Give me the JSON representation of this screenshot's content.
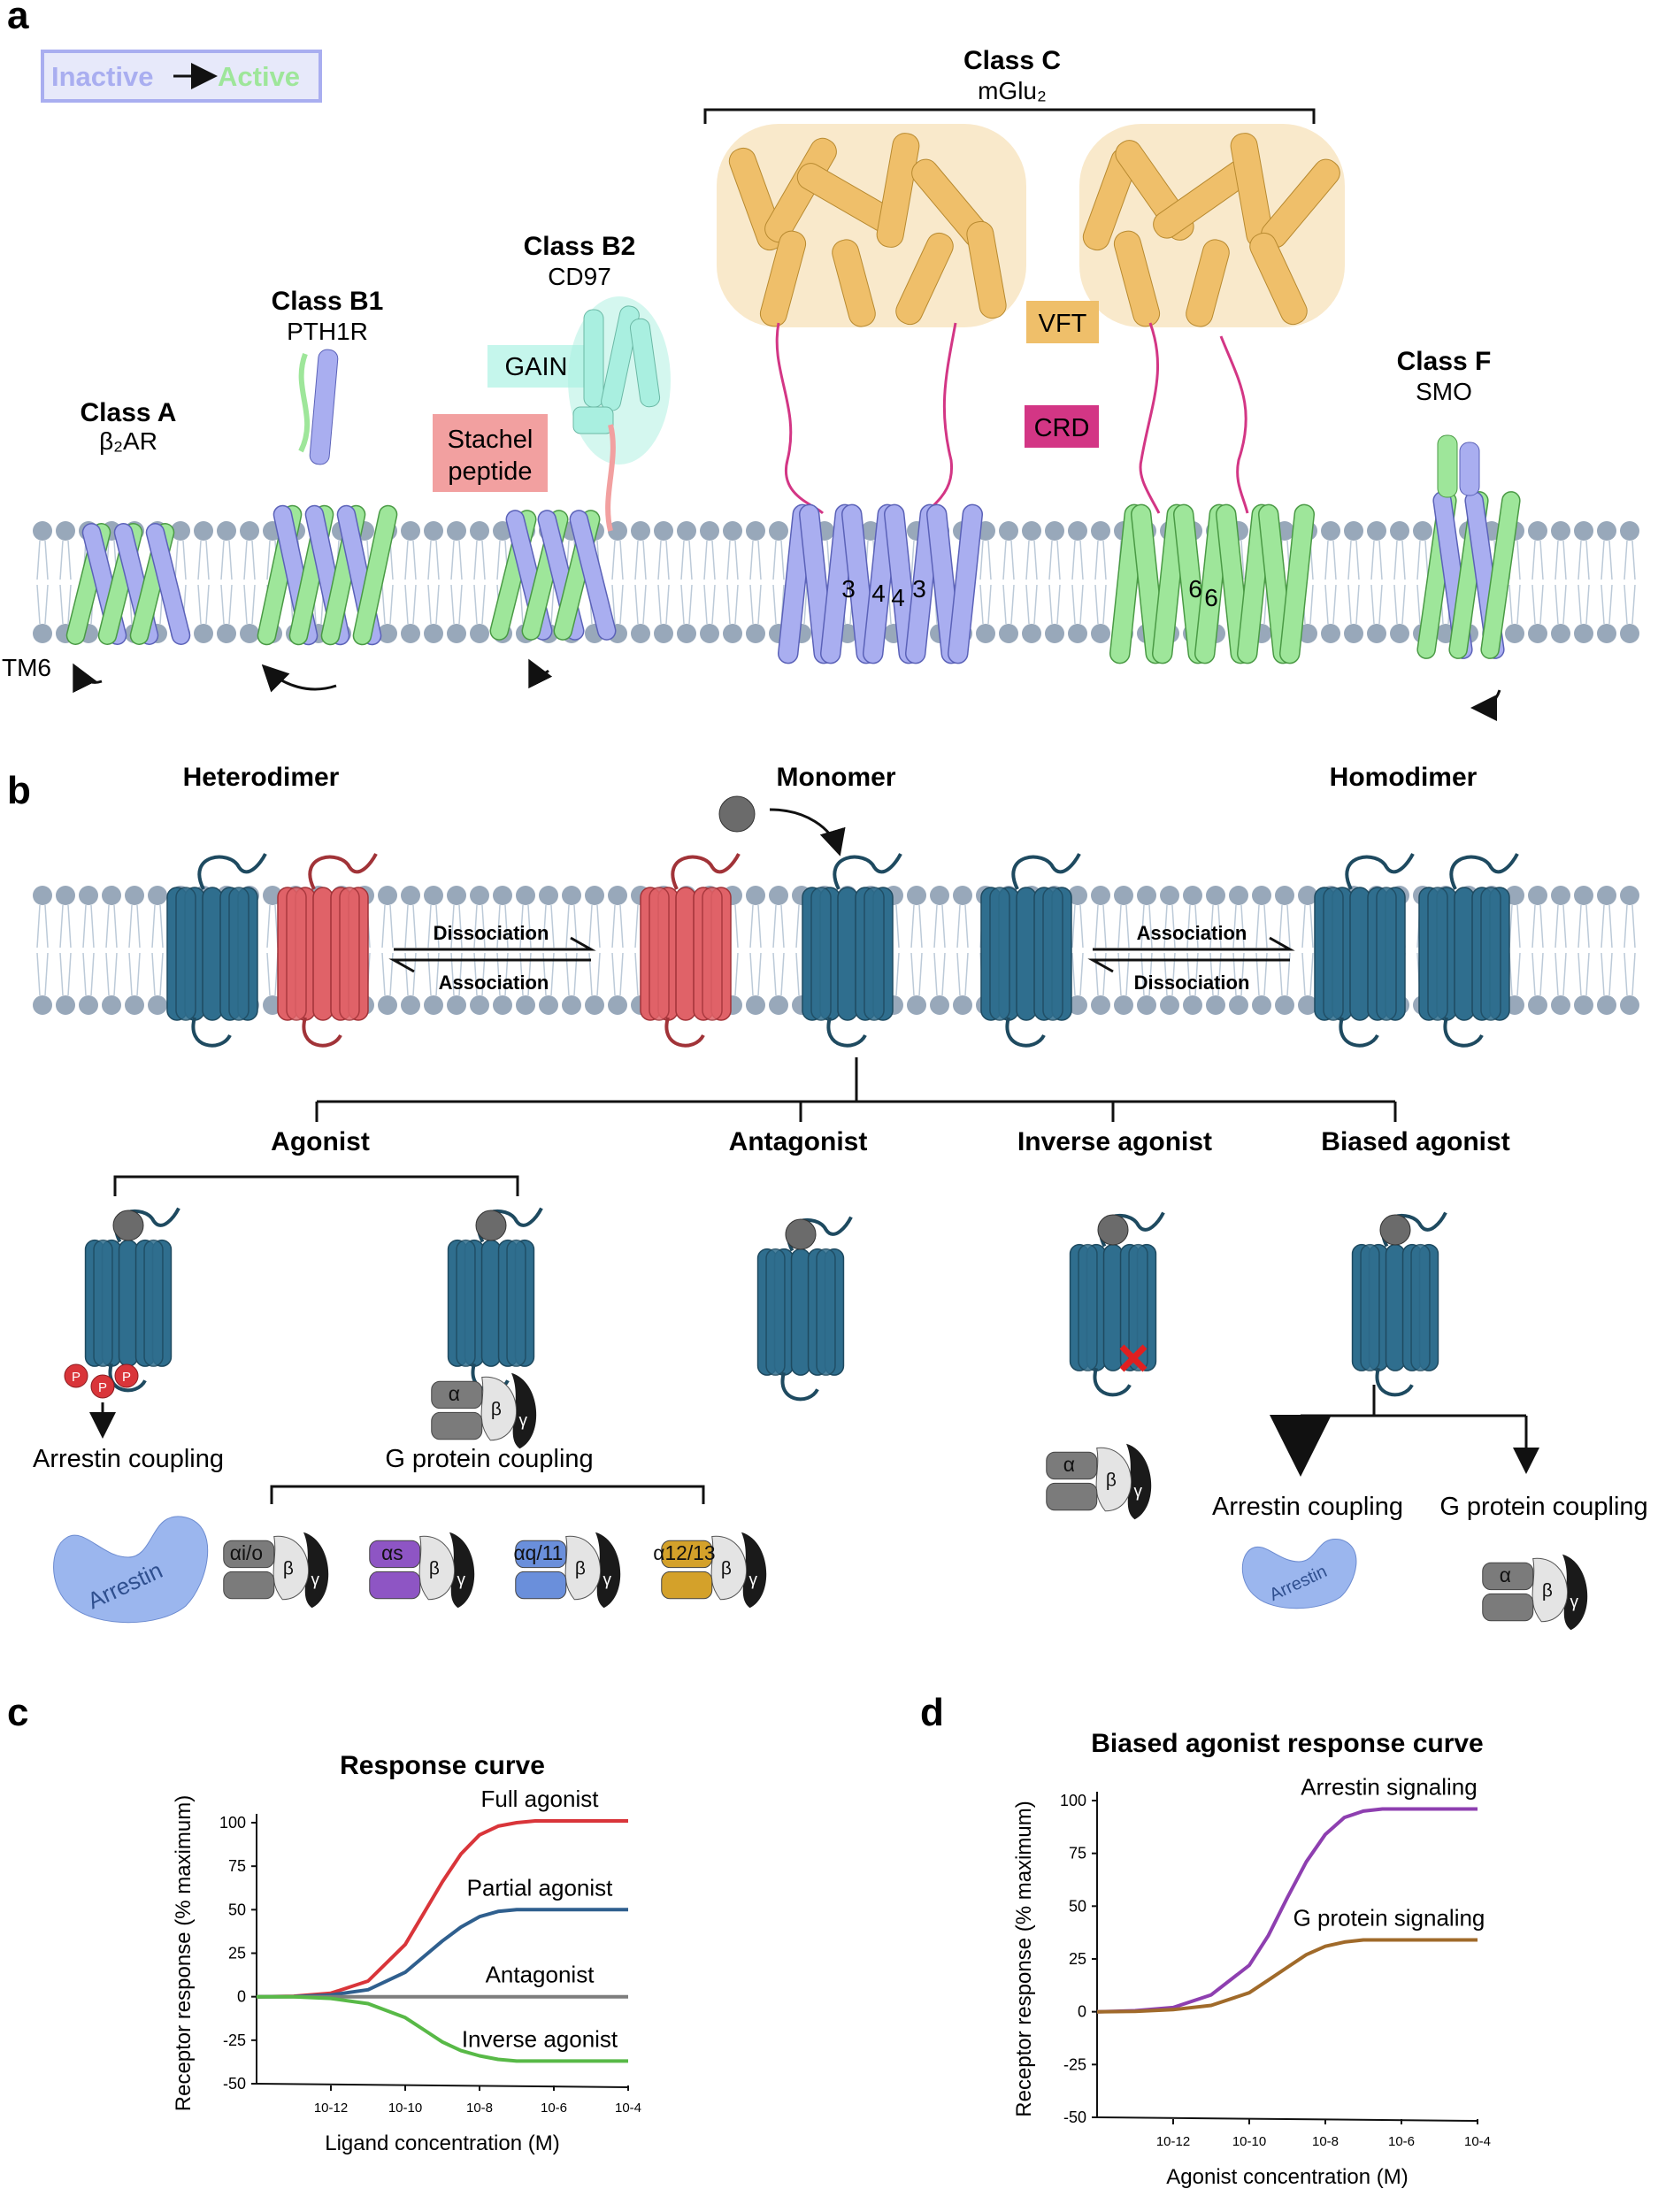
{
  "colors": {
    "inactive": "#a9aef0",
    "active": "#9ee69a",
    "vft": "#efbf6a",
    "crd": "#d33685",
    "gain": "#a9efe0",
    "stachel": "#f2a0a0",
    "receptor_blue": "#2f6e8e",
    "receptor_red": "#e06268",
    "membrane_head": "#98a8ba",
    "arrestin": "#9bb6ee",
    "galpha_io": "#7b7b7b",
    "galpha_s": "#8e55c4",
    "galpha_q11": "#6a8fdb",
    "galpha_1213": "#d4a12a",
    "full": "#d9353a",
    "partial": "#2f5f8e",
    "antagonist": "#7d7d7d",
    "inverse": "#58b947",
    "arrestin_sig": "#8e3fb0",
    "gprotein_sig": "#a06a2a"
  },
  "panels": {
    "a": "a",
    "b": "b",
    "c": "c",
    "d": "d"
  },
  "panel_a": {
    "legend_inactive": "Inactive",
    "legend_active": "Active",
    "class_a": "Class A",
    "class_a_sub": "β₂AR",
    "class_b1": "Class B1",
    "class_b1_sub": "PTH1R",
    "class_b2": "Class B2",
    "class_b2_sub": "CD97",
    "class_c": "Class C",
    "class_c_sub": "mGlu₂",
    "class_f": "Class F",
    "class_f_sub": "SMO",
    "gain": "GAIN",
    "stachel_1": "Stachel",
    "stachel_2": "peptide",
    "vft": "VFT",
    "crd": "CRD",
    "tm6": "TM6",
    "helix_labels_left": [
      "3",
      "4",
      "4",
      "3"
    ],
    "helix_labels_right": [
      "6",
      "6"
    ]
  },
  "panel_b": {
    "heterodimer": "Heterodimer",
    "monomer": "Monomer",
    "homodimer": "Homodimer",
    "dissociation": "Dissociation",
    "association": "Association",
    "agonist": "Agonist",
    "antagonist": "Antagonist",
    "inverse_agonist": "Inverse agonist",
    "biased_agonist": "Biased agonist",
    "arrestin_coupling": "Arrestin coupling",
    "g_protein_coupling": "G protein coupling",
    "arrestin": "Arrestin",
    "phospho": "P",
    "alpha": "α",
    "beta": "β",
    "gamma": "γ",
    "alpha_io": "αi/o",
    "alpha_s": "αs",
    "alpha_q11": "αq/11",
    "alpha_1213": "α12/13"
  },
  "chart_data": [
    {
      "type": "line",
      "title": "Response curve",
      "xlabel": "Ligand concentration (M)",
      "ylabel": "Receptor response (% maximum)",
      "x": [
        -14,
        -13,
        -12,
        -11,
        -10,
        -9.5,
        -9,
        -8.5,
        -8,
        -7.5,
        -7,
        -6.5,
        -6,
        -5,
        -4
      ],
      "x_tick_labels": [
        "10-12",
        "10-10",
        "10-8",
        "10-6",
        "10-4"
      ],
      "x_ticks": [
        -12,
        -10,
        -8,
        -6,
        -4
      ],
      "y_ticks": [
        100,
        75,
        50,
        25,
        0,
        -25,
        -50
      ],
      "y_tick_labels": [
        "100",
        "75",
        "50",
        "25",
        "0",
        "-25",
        "-50"
      ],
      "ylim": [
        -50,
        100
      ],
      "xlim": [
        -14,
        -4
      ],
      "series": [
        {
          "name": "Full agonist",
          "color": "#d9353a",
          "values": [
            0,
            0.3,
            2,
            9,
            30,
            48,
            66,
            82,
            93,
            98,
            100,
            101,
            101,
            101,
            101
          ]
        },
        {
          "name": "Partial agonist",
          "color": "#2f5f8e",
          "values": [
            0,
            0.1,
            1,
            4,
            14,
            23,
            32,
            40,
            46,
            49,
            50,
            50,
            50,
            50,
            50
          ]
        },
        {
          "name": "Antagonist",
          "color": "#7d7d7d",
          "values": [
            0,
            0,
            0,
            0,
            0,
            0,
            0,
            0,
            0,
            0,
            0,
            0,
            0,
            0,
            0
          ]
        },
        {
          "name": "Inverse agonist",
          "color": "#58b947",
          "values": [
            0,
            0,
            -1,
            -4,
            -12,
            -19,
            -26,
            -31,
            -34,
            -36,
            -37,
            -37,
            -37,
            -37,
            -37
          ]
        }
      ]
    },
    {
      "type": "line",
      "title": "Biased agonist response curve",
      "xlabel": "Agonist concentration (M)",
      "ylabel": "Receptor response (% maximum)",
      "x": [
        -14,
        -13,
        -12,
        -11,
        -10,
        -9.5,
        -9,
        -8.5,
        -8,
        -7.5,
        -7,
        -6.5,
        -6,
        -5,
        -4
      ],
      "x_tick_labels": [
        "10-12",
        "10-10",
        "10-8",
        "10-6",
        "10-4"
      ],
      "x_ticks": [
        -12,
        -10,
        -8,
        -6,
        -4
      ],
      "y_ticks": [
        100,
        75,
        50,
        25,
        0,
        -25,
        -50
      ],
      "y_tick_labels": [
        "100",
        "75",
        "50",
        "25",
        "0",
        "-25",
        "-50"
      ],
      "ylim": [
        -50,
        100
      ],
      "xlim": [
        -14,
        -4
      ],
      "series": [
        {
          "name": "Arrestin signaling",
          "color": "#8e3fb0",
          "values": [
            0,
            0.5,
            2,
            8,
            22,
            36,
            54,
            71,
            84,
            92,
            95,
            96,
            96,
            96,
            96
          ]
        },
        {
          "name": "G protein signaling",
          "color": "#a06a2a",
          "values": [
            0,
            0.2,
            1,
            3,
            9,
            15,
            21,
            27,
            31,
            33,
            34,
            34,
            34,
            34,
            34
          ]
        }
      ]
    }
  ]
}
